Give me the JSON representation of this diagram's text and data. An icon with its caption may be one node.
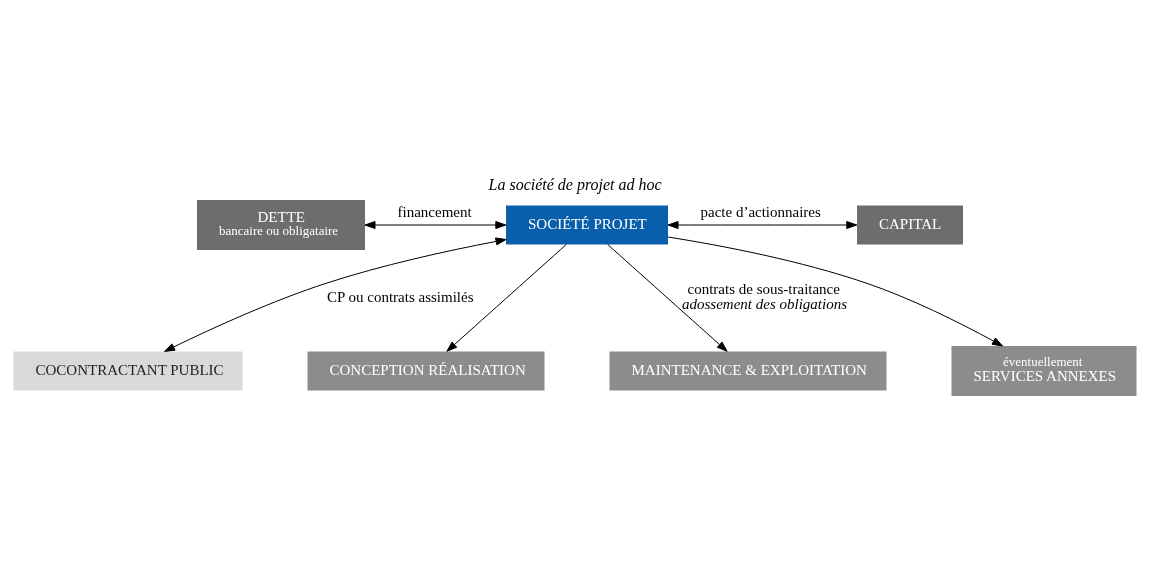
{
  "diagram": {
    "title": "La société de projet ad hoc",
    "nodes": [
      {
        "text": [
          "COCONTRACTANT PUBLIC"
        ]
      },
      {
        "text": [
          "DETTE",
          "bancaire ou obligataire"
        ]
      },
      {
        "text": [
          "SOCIÉTÉ PROJET"
        ]
      },
      {
        "text": [
          "CAPITAL"
        ]
      },
      {
        "text": [
          "CONCEPTION RÉALISATION"
        ]
      },
      {
        "text": [
          "MAINTENANCE & EXPLOITATION"
        ]
      },
      {
        "text": [
          "éventuellement",
          "SERVICES ANNEXES"
        ]
      }
    ],
    "edges": [
      {
        "from": 2,
        "to": 0,
        "arrow": "both",
        "label": "CP ou contrats assimilés"
      },
      {
        "from": 1,
        "to": 2,
        "arrow": "both",
        "label": "financement"
      },
      {
        "from": 2,
        "to": 3,
        "arrow": "both",
        "label": "pacte d’actionnaires"
      },
      {
        "from": 2,
        "to": 4,
        "arrow": "to"
      },
      {
        "from": 2,
        "to": 5,
        "arrow": "to",
        "label": "contrats de sous-traitance *adossement des obligations*"
      },
      {
        "from": 2,
        "to": 6,
        "arrow": "to"
      }
    ]
  }
}
